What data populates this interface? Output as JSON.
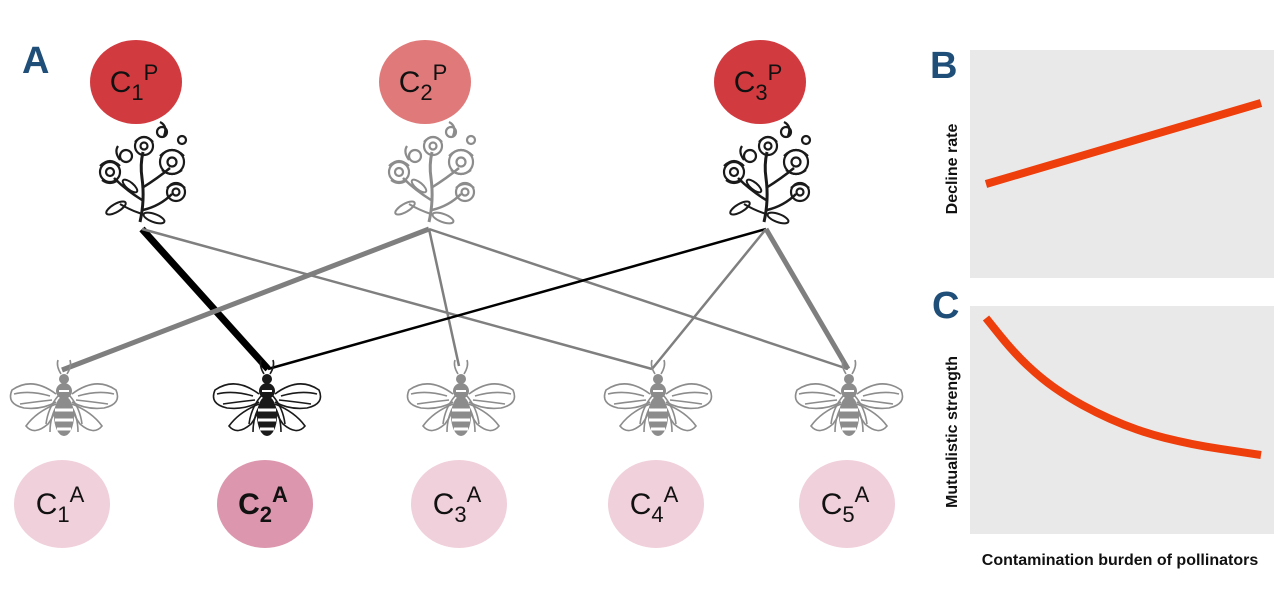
{
  "panels": {
    "a": "A",
    "b": "B",
    "c": "C"
  },
  "colors": {
    "plant_dark": "#d13b40",
    "plant_light": "#e07a7a",
    "pollinator_light": "#f0d0da",
    "pollinator_highlight": "#dc97ae",
    "link_dark": "#000000",
    "link_gray": "#7f7f7f",
    "curve": "#ee3e0c",
    "panel_bg": "#e9e9e9",
    "icon_dark": "#1a1a1a",
    "icon_faded": "#8c8c8c"
  },
  "plants": [
    {
      "base": "C",
      "sub": "1",
      "sup": "P",
      "shade": "dark",
      "icon": "flower-icon",
      "faded": false
    },
    {
      "base": "C",
      "sub": "2",
      "sup": "P",
      "shade": "light",
      "icon": "flower-icon",
      "faded": true
    },
    {
      "base": "C",
      "sub": "3",
      "sup": "P",
      "shade": "dark",
      "icon": "flower-icon",
      "faded": false
    }
  ],
  "pollinators": [
    {
      "base": "C",
      "sub": "1",
      "sup": "A",
      "highlight": false,
      "icon": "bee-icon",
      "faded": true
    },
    {
      "base": "C",
      "sub": "2",
      "sup": "A",
      "highlight": true,
      "icon": "bee-icon",
      "faded": false
    },
    {
      "base": "C",
      "sub": "3",
      "sup": "A",
      "highlight": false,
      "icon": "bee-icon",
      "faded": true
    },
    {
      "base": "C",
      "sub": "4",
      "sup": "A",
      "highlight": false,
      "icon": "bee-icon",
      "faded": true
    },
    {
      "base": "C",
      "sub": "5",
      "sup": "A",
      "highlight": false,
      "icon": "bee-icon",
      "faded": true
    }
  ],
  "links": [
    {
      "plant": 0,
      "pollinator": 1,
      "color": "dark",
      "weight": 7
    },
    {
      "plant": 0,
      "pollinator": 3,
      "color": "gray",
      "weight": 2.5
    },
    {
      "plant": 1,
      "pollinator": 0,
      "color": "gray",
      "weight": 5
    },
    {
      "plant": 1,
      "pollinator": 2,
      "color": "gray",
      "weight": 2.5
    },
    {
      "plant": 1,
      "pollinator": 4,
      "color": "gray",
      "weight": 2.5
    },
    {
      "plant": 2,
      "pollinator": 1,
      "color": "dark",
      "weight": 2.5
    },
    {
      "plant": 2,
      "pollinator": 3,
      "color": "gray",
      "weight": 2.5
    },
    {
      "plant": 2,
      "pollinator": 4,
      "color": "gray",
      "weight": 5
    }
  ],
  "chart_data": [
    {
      "type": "line",
      "panel": "B",
      "ylabel": "Decline rate",
      "xlabel": "",
      "trend": "linear increasing",
      "x": [
        0,
        1
      ],
      "y": [
        0,
        1
      ]
    },
    {
      "type": "line",
      "panel": "C",
      "ylabel": "Mutualistic strength",
      "xlabel": "Contamination burden of pollinators",
      "trend": "decreasing convex",
      "x": [
        0,
        0.1,
        0.2,
        0.3,
        0.4,
        0.5,
        0.6,
        0.7,
        0.8,
        0.9,
        1.0
      ],
      "y": [
        1.0,
        0.75,
        0.56,
        0.42,
        0.31,
        0.22,
        0.15,
        0.1,
        0.06,
        0.03,
        0.0
      ]
    }
  ]
}
